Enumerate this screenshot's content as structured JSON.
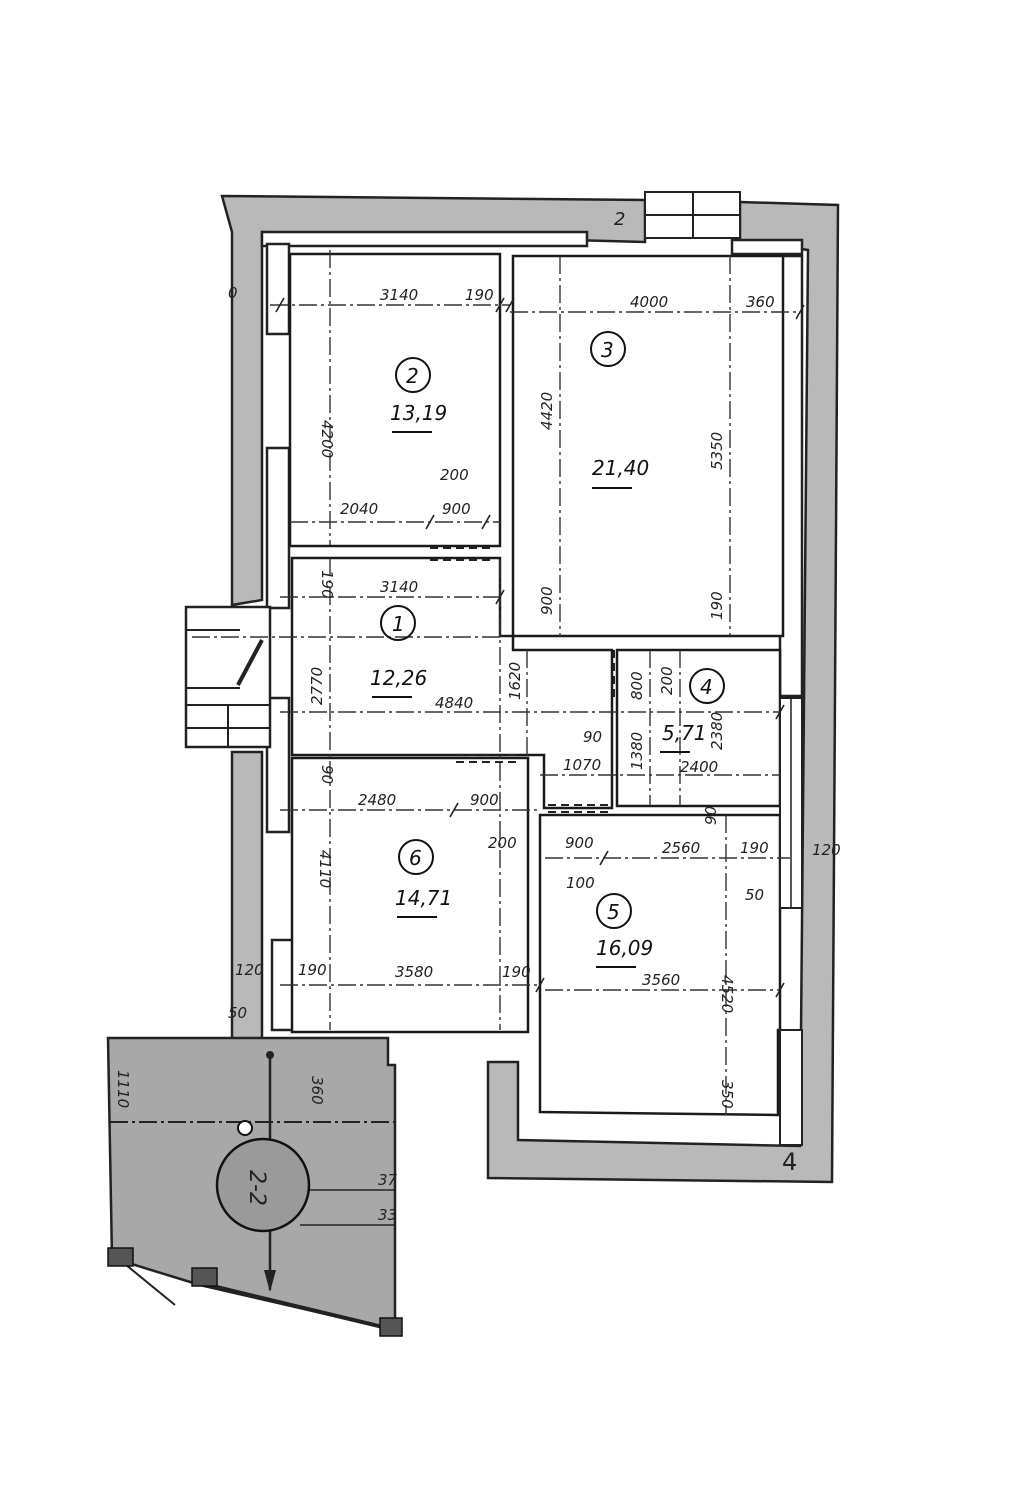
{
  "plan": {
    "rooms": [
      {
        "number": "1",
        "area": "12,26"
      },
      {
        "number": "2",
        "area": "13,19"
      },
      {
        "number": "3",
        "area": "21,40"
      },
      {
        "number": "4",
        "area": "5,71"
      },
      {
        "number": "5",
        "area": "16,09"
      },
      {
        "number": "6",
        "area": "14,71"
      }
    ],
    "dimensions": {
      "r2_width": "3140",
      "r2_wall": "190",
      "r2_height": "4200",
      "r2_bottom": "2040",
      "r2_door": "900",
      "r2_door_offset": "200",
      "r3_width": "4000",
      "r3_side": "360",
      "r3_height_left": "4420",
      "r3_height_right": "5350",
      "r3_door": "900",
      "r3_wall": "190",
      "r1_width": "3140",
      "r1_wall": "190",
      "r1_height": "2770",
      "r1_length": "4840",
      "r1_right": "1620",
      "r4_800": "800",
      "r4_200": "200",
      "r4_1380": "1380",
      "r4_height": "2380",
      "r4_width": "2400",
      "r4_90": "90",
      "r4_1070": "1070",
      "r6_90": "90",
      "r6_top": "2480",
      "r6_door": "900",
      "r6_200": "200",
      "r6_height": "4110",
      "r6_width": "3580",
      "r6_left": "190",
      "r6_right": "190",
      "r6_120": "120",
      "r6_50": "50",
      "r5_door": "900",
      "r5_100": "100",
      "r5_top": "2560",
      "r5_90": "90",
      "r5_190": "190",
      "r5_120": "120",
      "r5_50": "50",
      "r5_width": "3560",
      "r5_height": "4520",
      "r5_350": "350",
      "balcony_1110": "1110",
      "balcony_360": "360",
      "balcony_37": "37",
      "balcony_33": "33",
      "left_edge": "0"
    },
    "markers": {
      "balcony_circle": "2-2",
      "section_mark": "4",
      "top_mark": "2"
    }
  }
}
